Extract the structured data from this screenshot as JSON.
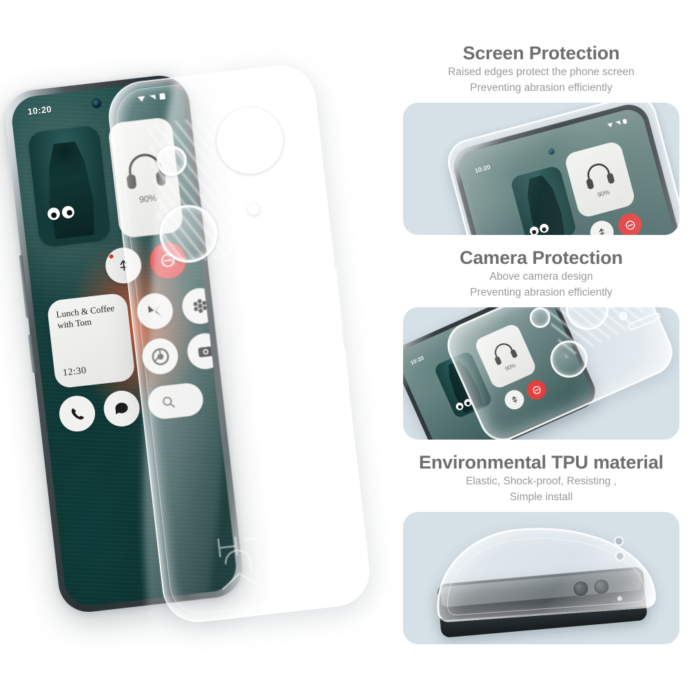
{
  "product": {
    "type": "Clear TPU Phone Case",
    "background_color": "#ffffff",
    "panel_color": "#d6e0e7",
    "heading_color": "#6e6e6e",
    "subheading_color": "#999999",
    "accent_red": "#e12d2d"
  },
  "hero": {
    "alt_name": "clear-tpu-case-over-phone",
    "phone": {
      "status": {
        "time": "10:20",
        "icons": [
          "signal-icon",
          "wifi-icon",
          "battery-icon"
        ]
      },
      "widgets": {
        "photo": {
          "name": "photo-widget",
          "overlay": "googly-eyes-sticker"
        },
        "headphones": {
          "name": "headphones-battery-widget",
          "icon": "headphones-icon",
          "battery_label": "90%"
        },
        "calendar": {
          "name": "calendar-widget",
          "title": "Lunch & Coffee with Tom",
          "time": "12:30"
        },
        "actions": [
          {
            "name": "assistant-button",
            "icon": "cursor-icon",
            "style": "light",
            "has_badge": true
          },
          {
            "name": "end-call-button",
            "icon": "minus-circle-icon",
            "style": "red"
          }
        ],
        "apps": [
          {
            "name": "app-icon-gallery",
            "icon": "butterfly-icon"
          },
          {
            "name": "app-icon-settings",
            "icon": "flower-icon"
          },
          {
            "name": "app-icon-chrome",
            "icon": "chrome-icon"
          },
          {
            "name": "app-icon-camera",
            "icon": "camera-icon"
          }
        ],
        "dock": [
          {
            "name": "app-icon-phone",
            "icon": "phone-icon"
          },
          {
            "name": "app-icon-messages",
            "icon": "chat-icon"
          }
        ],
        "search": {
          "name": "search-bar",
          "icon": "search-icon",
          "placeholder": ""
        }
      }
    },
    "case": {
      "name": "tpu-case-shell",
      "cutouts": [
        "camera-cutout-large",
        "camera-cutout-medium",
        "camera-cutout-small",
        "sensor-cutout"
      ],
      "side_cutouts": [
        "volume-button-cutout",
        "power-button-cutout"
      ]
    }
  },
  "features": [
    {
      "id": "screen-protection",
      "title": "Screen Protection",
      "subtitle_lines": [
        "Raised edges protect the phone screen",
        "Preventing abrasion efficiently"
      ],
      "panel": {
        "name": "screen-protection-photo",
        "phone_time": "10:20",
        "headphones_label": "90%"
      }
    },
    {
      "id": "camera-protection",
      "title": "Camera Protection",
      "subtitle_lines": [
        "Above camera design",
        "Preventing abrasion efficiently"
      ],
      "panel": {
        "name": "camera-protection-photo",
        "phone_time": "10:20",
        "headphones_label": "90%"
      }
    },
    {
      "id": "tpu-material",
      "title": "Environmental TPU material",
      "subtitle_lines": [
        "Elastic, Shock-proof, Resisting ,",
        "Simple install"
      ],
      "panel": {
        "name": "tpu-flexibility-photo"
      }
    }
  ]
}
